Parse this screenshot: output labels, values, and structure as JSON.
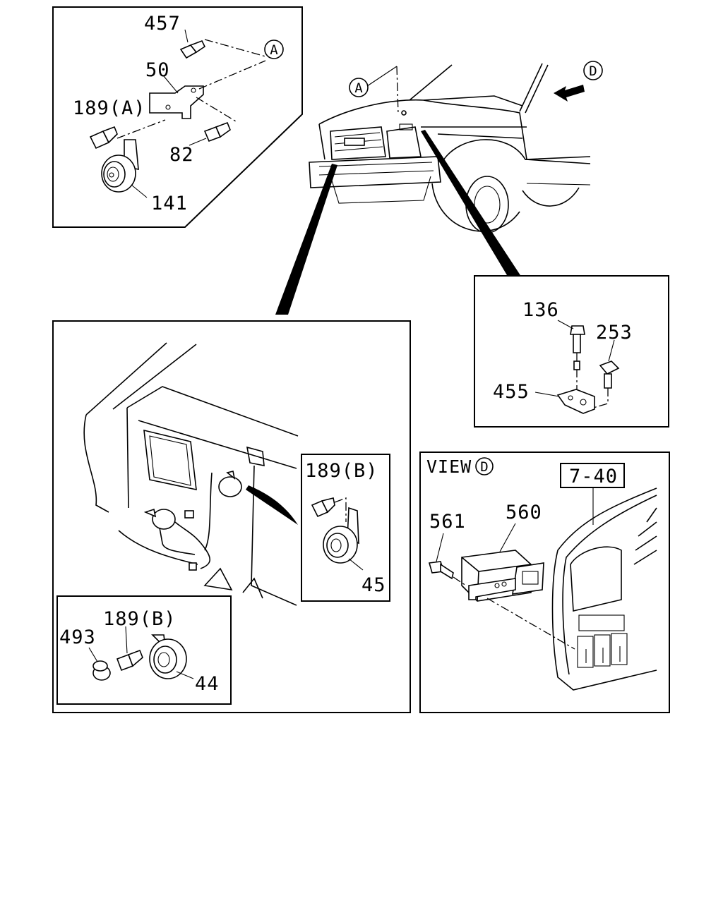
{
  "callouts": {
    "p457": "457",
    "p50": "50",
    "p189a": "189(A)",
    "p82": "82",
    "p141": "141",
    "circle_a_top": "A",
    "circle_a_vehicle": "A",
    "circle_d_vehicle": "D",
    "p136": "136",
    "p253": "253",
    "p455": "455",
    "p189b_inset": "189(B)",
    "p45": "45",
    "p189b_lower": "189(B)",
    "p493": "493",
    "p44": "44",
    "view_label": "VIEW",
    "view_circle": "D",
    "ref_7_40": "7-40",
    "p561": "561",
    "p560": "560"
  },
  "icons": [
    "horn-icon",
    "bolt-icon",
    "bracket-icon",
    "vehicle-front-icon",
    "arrow-icon",
    "dashboard-panel-icon",
    "relay-icon"
  ]
}
